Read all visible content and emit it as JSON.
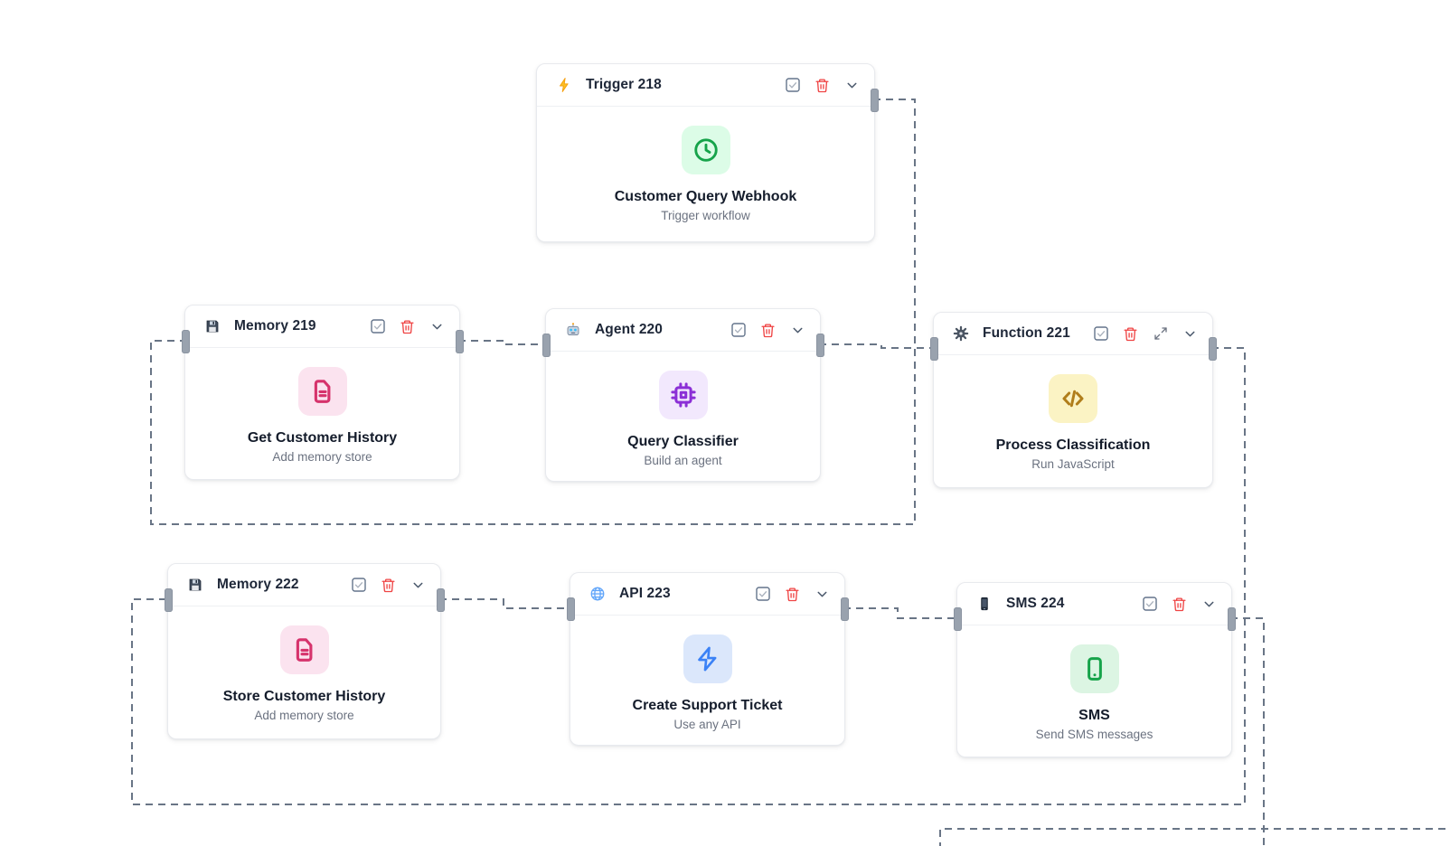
{
  "canvas": {
    "background": "#ffffff",
    "connector_color": "#697586",
    "handle_color": "#99a2ae"
  },
  "header_action_icons": {
    "checkbox": "select-checkbox",
    "trash": "delete",
    "maximize": "expand",
    "chevron": "collapse"
  },
  "status_colors": {
    "trash_red": "#ef4444",
    "icon_gray": "#6b7280"
  },
  "nodes": [
    {
      "id": "trigger-218",
      "emoji": "lightning",
      "header_title": "Trigger 218",
      "body_title": "Customer Query Webhook",
      "subtitle": "Trigger workflow",
      "icon": "clock",
      "accent": "#16a34a",
      "tile_bg": "#dcfce7"
    },
    {
      "id": "memory-219",
      "emoji": "floppy-disk",
      "header_title": "Memory 219",
      "body_title": "Get Customer History",
      "subtitle": "Add memory store",
      "icon": "file-text",
      "accent": "#d6336c",
      "tile_bg": "#fbe3ef"
    },
    {
      "id": "agent-220",
      "emoji": "robot",
      "header_title": "Agent 220",
      "body_title": "Query Classifier",
      "subtitle": "Build an agent",
      "icon": "cpu",
      "accent": "#8b2fd6",
      "tile_bg": "#f2e8fd"
    },
    {
      "id": "function-221",
      "emoji": "gear",
      "header_title": "Function 221",
      "body_title": "Process Classification",
      "subtitle": "Run JavaScript",
      "icon": "code",
      "accent": "#b07d1a",
      "tile_bg": "#fbf3c4"
    },
    {
      "id": "memory-222",
      "emoji": "floppy-disk",
      "header_title": "Memory 222",
      "body_title": "Store Customer History",
      "subtitle": "Add memory store",
      "icon": "file-text",
      "accent": "#d6336c",
      "tile_bg": "#fbe3ef"
    },
    {
      "id": "api-223",
      "emoji": "globe",
      "header_title": "API 223",
      "body_title": "Create Support Ticket",
      "subtitle": "Use any API",
      "icon": "zap",
      "accent": "#3b82f6",
      "tile_bg": "#dbe7fb"
    },
    {
      "id": "sms-224",
      "emoji": "mobile-phone",
      "header_title": "SMS 224",
      "body_title": "SMS",
      "subtitle": "Send SMS messages",
      "icon": "smartphone",
      "accent": "#16a34a",
      "tile_bg": "#dcf5e3"
    }
  ]
}
